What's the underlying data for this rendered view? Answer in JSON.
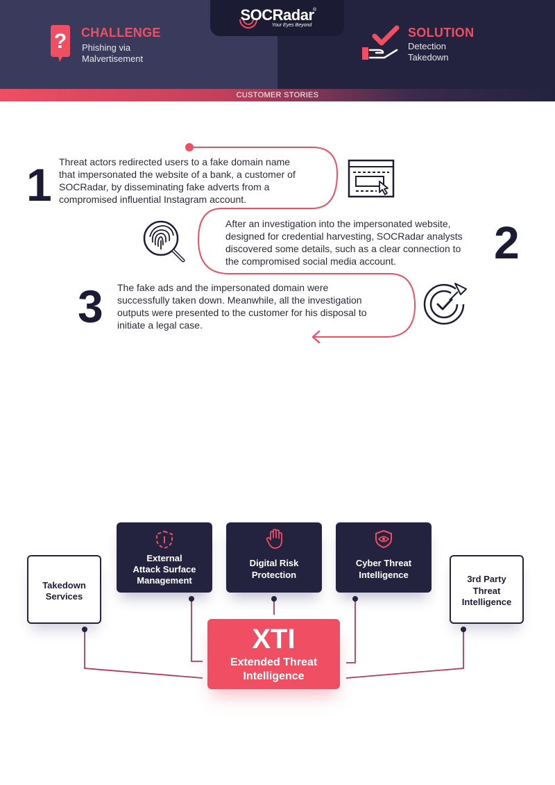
{
  "brand": {
    "name": "SOCRadar",
    "registered": "®",
    "tagline": "Your Eyes Beyond"
  },
  "challenge": {
    "title": "CHALLENGE",
    "lines": [
      "Phishing via",
      "Malvertisement"
    ]
  },
  "solution": {
    "title": "SOLUTION",
    "lines": [
      "Detection",
      "Takedown"
    ]
  },
  "section_label": "CUSTOMER STORIES",
  "steps": [
    {
      "number": "1",
      "lines": [
        "Threat actors redirected users to a fake domain name",
        "that impersonated the website of a bank, a customer of",
        "SOCRadar,  by disseminating fake adverts from a",
        "compromised influential Instagram account."
      ]
    },
    {
      "number": "2",
      "lines": [
        "After an investigation into the impersonated website,",
        "designed for credential harvesting, SOCRadar analysts",
        "discovered some details, such as a clear connection to",
        "the compromised social media account."
      ]
    },
    {
      "number": "3",
      "lines": [
        "The fake ads and the impersonated domain were",
        "successfully taken down. Meanwhile, all the investigation",
        "outputs were presented to the customer for his disposal to",
        "initiate a legal case."
      ]
    }
  ],
  "xti": {
    "title": "XTI",
    "subtitle": [
      "Extended Threat",
      "Intelligence"
    ],
    "modules": [
      {
        "lines": [
          "Takedown",
          "Services"
        ]
      },
      {
        "lines": [
          "External",
          "Attack Surface",
          "Management"
        ]
      },
      {
        "lines": [
          "Digital Risk",
          "Protection"
        ]
      },
      {
        "lines": [
          "Cyber Threat",
          "Intelligence"
        ]
      },
      {
        "lines": [
          "3rd Party",
          "Threat",
          "Intelligence"
        ]
      }
    ]
  },
  "colors": {
    "accent": "#ef4e63",
    "navy": "#23233f",
    "slate": "#3a3b5c"
  },
  "icons": [
    "question-bubble-icon",
    "check-hand-icon",
    "browser-cursor-icon",
    "fingerprint-search-icon",
    "target-check-icon",
    "shield-icon",
    "hand-icon",
    "eye-shield-icon"
  ]
}
